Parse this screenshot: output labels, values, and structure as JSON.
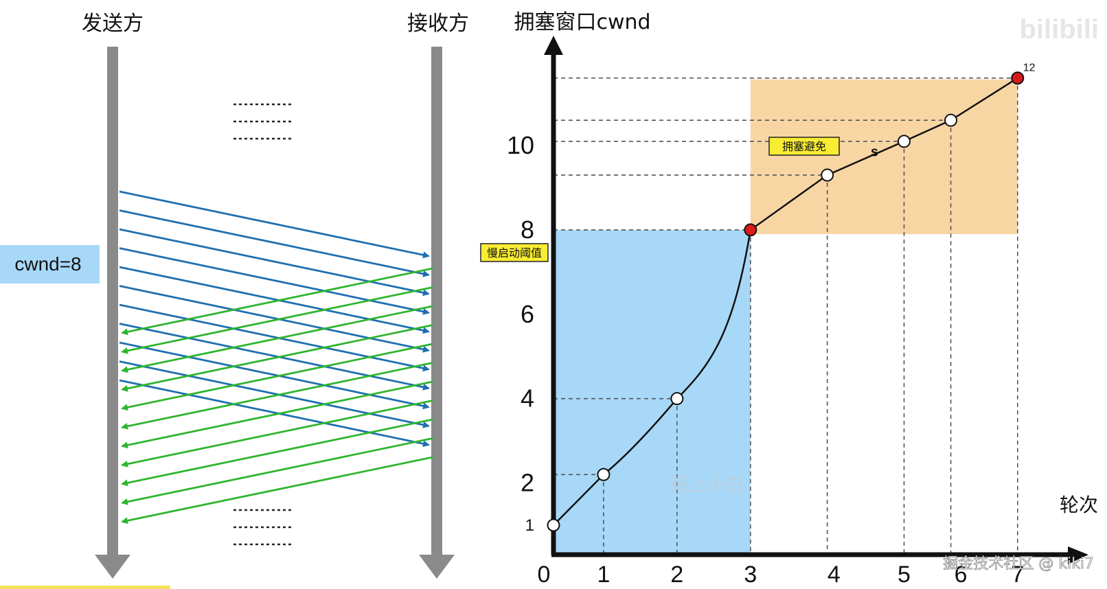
{
  "sequence_diagram": {
    "sender_label": "发送方",
    "receiver_label": "接收方",
    "cwnd_label": "cwnd=8",
    "ellipsis_lines": 3,
    "data_arrows_count": 11,
    "ack_arrows_count": 11
  },
  "chart_data": {
    "type": "line",
    "ylabel": "拥塞窗口cwnd",
    "xlabel": "轮次",
    "x_ticks": [
      "0",
      "1",
      "2",
      "3",
      "4",
      "5",
      "6",
      "7"
    ],
    "y_ticks": [
      "1",
      "2",
      "4",
      "6",
      "8",
      "10"
    ],
    "y_tick_values": [
      1,
      2,
      4,
      6,
      8,
      10
    ],
    "xlim": [
      0,
      7.6
    ],
    "ylim": [
      0.3,
      12.8
    ],
    "points": [
      {
        "x": 0,
        "y": 1,
        "color": "white"
      },
      {
        "x": 0.75,
        "y": 2.2,
        "color": "white"
      },
      {
        "x": 1.85,
        "y": 4,
        "color": "white"
      },
      {
        "x": 2.95,
        "y": 8,
        "color": "red"
      },
      {
        "x": 4.1,
        "y": 9.3,
        "color": "white"
      },
      {
        "x": 5.25,
        "y": 10.1,
        "color": "white"
      },
      {
        "x": 5.95,
        "y": 10.6,
        "color": "white"
      },
      {
        "x": 6.95,
        "y": 11.6,
        "color": "red"
      }
    ],
    "point_label_12": "12",
    "annotation_s": "s",
    "slow_start_label": "慢启动阈值",
    "congestion_avoid_label": "拥塞避免",
    "region_slow_color": "#a8d8f8",
    "region_avoid_color": "#f8d6a4",
    "line_color": "#111111",
    "red_point_color": "#d81c1c",
    "watermark_center": "码上小白",
    "watermark_bottom": "掘金技术社区 @ kiki7",
    "watermark_top": "bilibili"
  }
}
